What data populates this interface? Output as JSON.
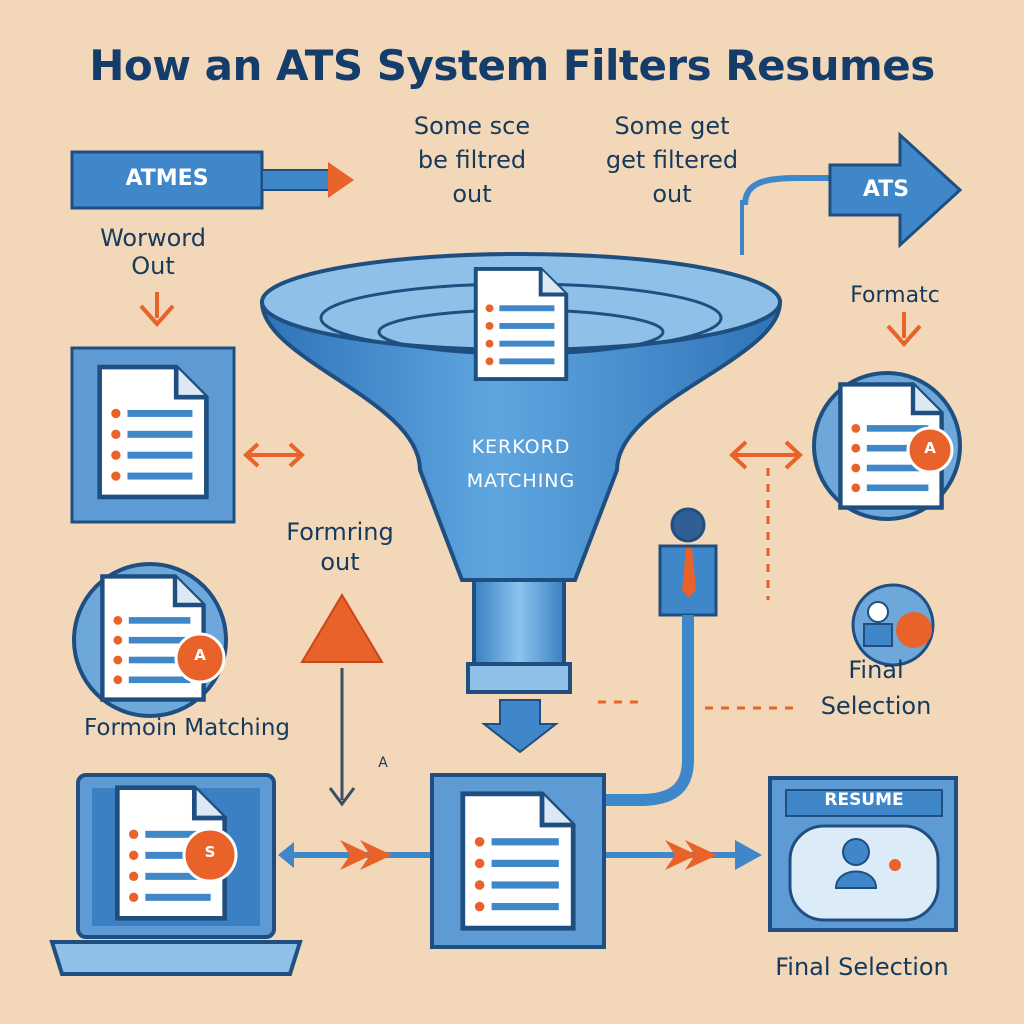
{
  "title": "How an ATS System Filters Resumes",
  "labels": {
    "atmes": "ATMES",
    "some_see": "Some sce",
    "be_filtred": "be filtred",
    "out_left": "out",
    "some_get": "Some get",
    "get_filtered": "get filtered",
    "out_right": "out",
    "ats": "ATS",
    "worword": "Worword",
    "worword_out": "Out",
    "formatc": "Formatc",
    "funnel_line1": "KERKORD",
    "funnel_line2": "MATCHING",
    "formring": "Formring",
    "formring_out": "out",
    "formoin_matching": "Formoin Matching",
    "final_line1": "Final",
    "final_line2": "Selection",
    "final_selection": "Final Selection",
    "resume_header": "RESUME",
    "badge_a_left": "A",
    "badge_a_right": "A",
    "badge_s": "S",
    "small_a": "A"
  },
  "colors": {
    "background": "#f2d7b8",
    "primary_blue": "#3f87c8",
    "light_blue": "#8fc0e8",
    "dark_navy": "#1f4f80",
    "accent_orange": "#e8622a"
  },
  "icons": [
    "resume-document-icon",
    "funnel-icon",
    "person-icon",
    "laptop-icon",
    "arrow-icon",
    "warning-triangle-icon"
  ]
}
